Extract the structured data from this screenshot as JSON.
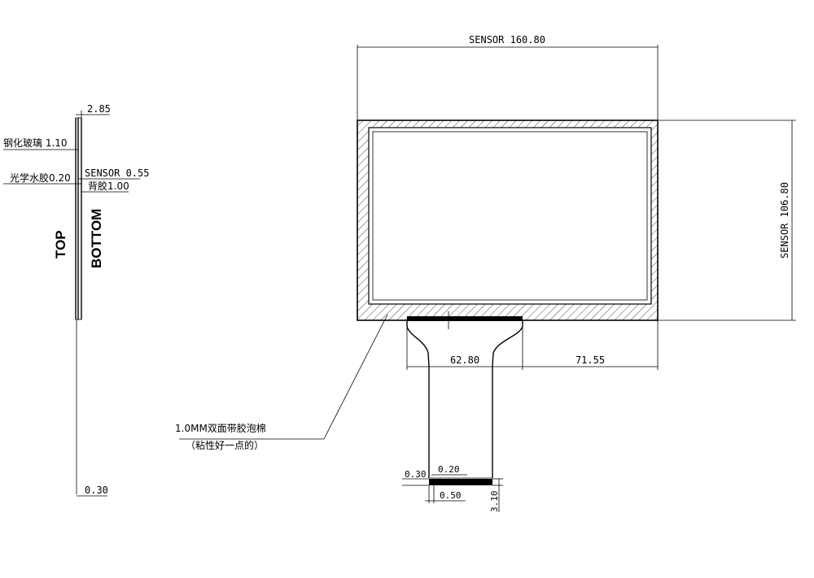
{
  "front_view": {
    "sensor_width": "SENSOR 160.80",
    "sensor_height": "SENSOR 106.80",
    "tail_width": "62.80",
    "tail_offset": "71.55",
    "foam_note_line1": "1.0MM双面带胶泡棉",
    "foam_note_line2": "（粘性好一点的）",
    "tail_thickness": "0.30",
    "tail_trace": "0.20",
    "tail_pitch": "0.50",
    "tail_finger_length": "3.10"
  },
  "side_view": {
    "total_thickness": "2.85",
    "glass": "钢化玻璃 1.10",
    "oca": "光学水胶0.20",
    "sensor": "SENSOR 0.55",
    "back_adhesive": "背胶1.00",
    "top_label": "TOP",
    "bottom_label": "BOTTOM",
    "fpc_thickness": "0.30"
  }
}
